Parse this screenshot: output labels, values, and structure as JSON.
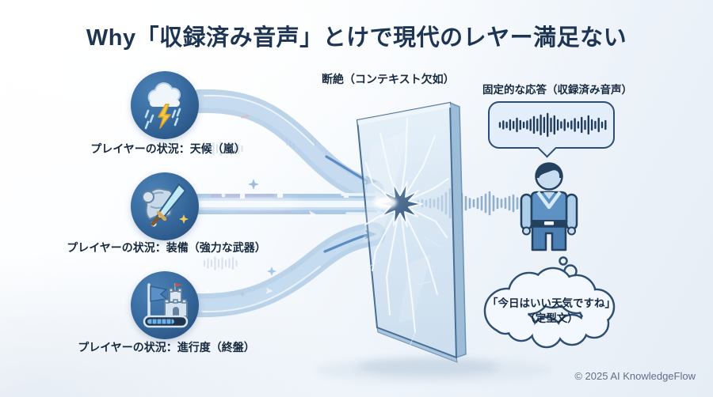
{
  "title": "Why「収録済み音声」とけで現代のレヤー満足ない",
  "player_states": [
    {
      "label": "プレイヤーの状況：天候（嵐）",
      "icon": "storm-cloud-icon"
    },
    {
      "label": "プレイヤーの状況：装備（強力な武器）",
      "icon": "armor-sword-icon"
    },
    {
      "label": "プレイヤーの状況：進行度（終盤）",
      "icon": "castle-progress-icon"
    }
  ],
  "barrier": {
    "label": "断絶（コンテキスト欠如）",
    "icon": "cracked-glass-wall"
  },
  "response": {
    "label": "固定的な応答（収録済み音声）",
    "speech_icon": "waveform-icon",
    "person_icon": "person-icon",
    "thought_line1": "「今日はいい天気ですね」",
    "thought_line2": "（定型文）"
  },
  "footer": {
    "copyright": "© 2025 AI KnowledgeFlow"
  },
  "palette": {
    "navy": "#1e3a5c",
    "accent_blue": "#3a6da2",
    "stream_blue": "#9dc0e0",
    "glass": "#cfe2f2",
    "bubble_bg": "#e3eefa"
  }
}
